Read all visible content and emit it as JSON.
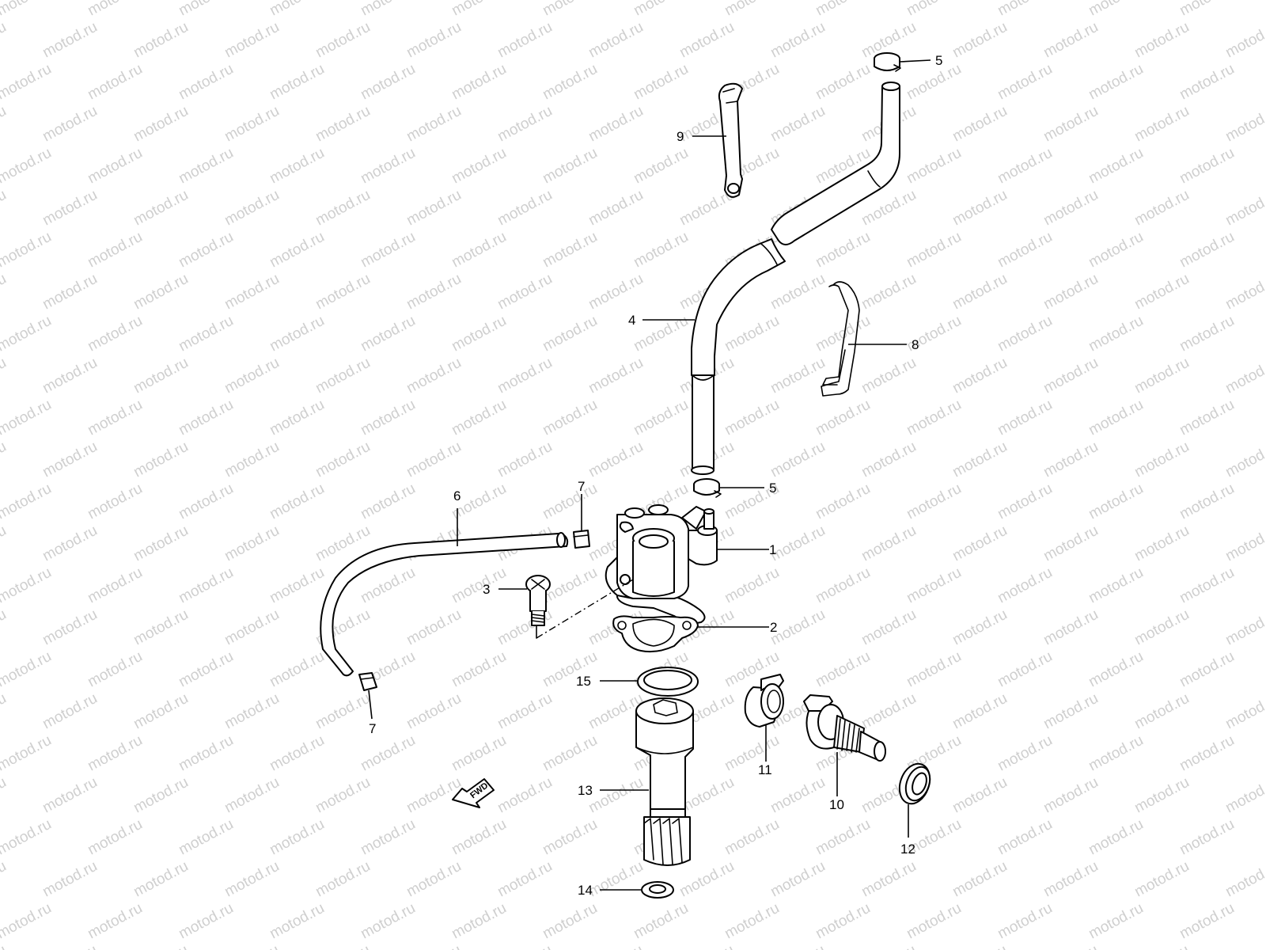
{
  "watermark": {
    "text": "motod.ru",
    "color": "#c8c8c8"
  },
  "direction_marker": "FWD",
  "callouts": [
    {
      "id": "5a",
      "label": "5"
    },
    {
      "id": "9",
      "label": "9"
    },
    {
      "id": "4",
      "label": "4"
    },
    {
      "id": "8",
      "label": "8"
    },
    {
      "id": "5b",
      "label": "5"
    },
    {
      "id": "7a",
      "label": "7"
    },
    {
      "id": "6",
      "label": "6"
    },
    {
      "id": "1",
      "label": "1"
    },
    {
      "id": "3",
      "label": "3"
    },
    {
      "id": "2",
      "label": "2"
    },
    {
      "id": "15",
      "label": "15"
    },
    {
      "id": "7b",
      "label": "7"
    },
    {
      "id": "11",
      "label": "11"
    },
    {
      "id": "13",
      "label": "13"
    },
    {
      "id": "10",
      "label": "10"
    },
    {
      "id": "12",
      "label": "12"
    },
    {
      "id": "14",
      "label": "14"
    }
  ]
}
